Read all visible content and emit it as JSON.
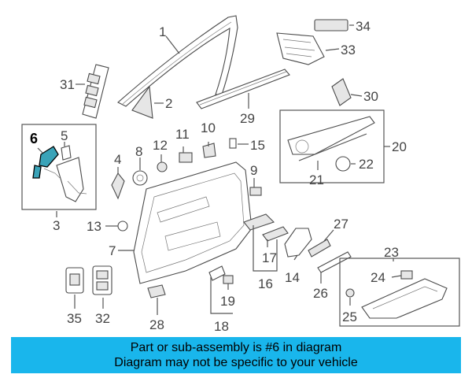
{
  "callouts": {
    "c1": "1",
    "c2": "2",
    "c3": "3",
    "c4": "4",
    "c5": "5",
    "c6": "6",
    "c7": "7",
    "c8": "8",
    "c9": "9",
    "c10": "10",
    "c11": "11",
    "c12": "12",
    "c13": "13",
    "c14": "14",
    "c15": "15",
    "c16": "16",
    "c17": "17",
    "c18": "18",
    "c19": "19",
    "c20": "20",
    "c21": "21",
    "c22": "22",
    "c23": "23",
    "c24": "24",
    "c25": "25",
    "c26": "26",
    "c27": "27",
    "c28": "28",
    "c29": "29",
    "c30": "30",
    "c31": "31",
    "c32": "32",
    "c33": "33",
    "c34": "34",
    "c35": "35"
  },
  "highlight": {
    "part": "6",
    "color": "#3aa3b8"
  },
  "banner": {
    "line1": "Part or sub-assembly is #6 in diagram",
    "line2": "Diagram may not be specific to your vehicle",
    "bg_color": "#19b6ec"
  }
}
